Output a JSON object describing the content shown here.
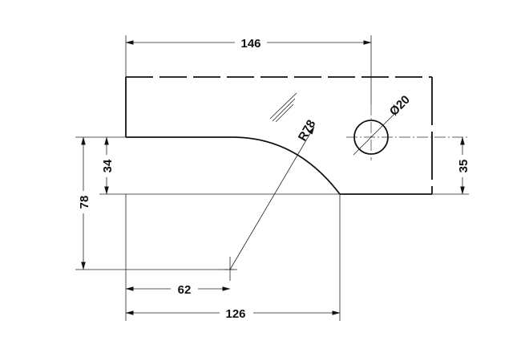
{
  "drawing": {
    "dims": {
      "width_146": "146",
      "height_34": "34",
      "height_78": "78",
      "width_62": "62",
      "width_126": "126",
      "height_35": "35",
      "radius": "R78",
      "diameter": "Ø20"
    }
  }
}
